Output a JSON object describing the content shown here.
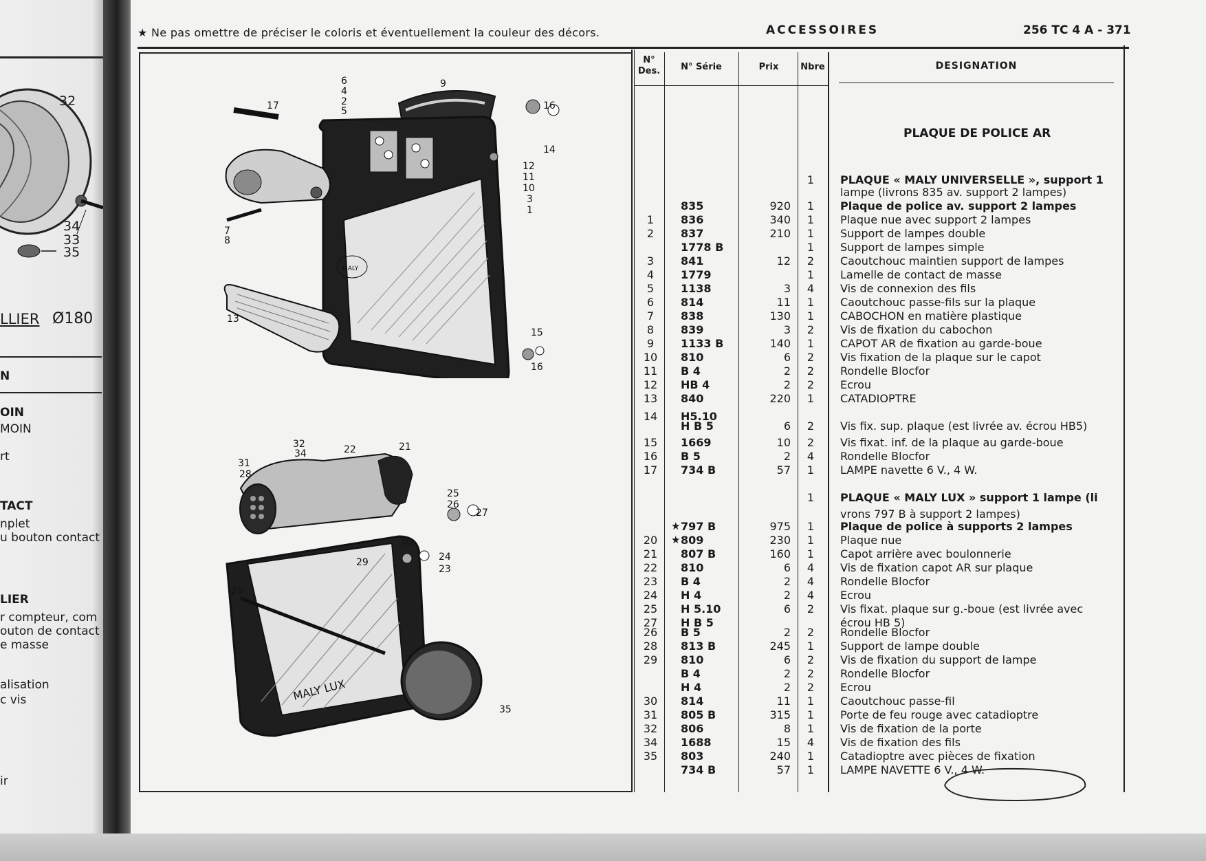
{
  "left_page": {
    "callouts": [
      "32",
      "34",
      "33",
      "35"
    ],
    "heading": "LLIER",
    "diameter": "Ø180",
    "fragments": [
      "N",
      "OIN",
      "MOIN",
      "rt",
      "TACT",
      "nplet",
      "u bouton contact",
      "LIER",
      "r compteur, com",
      "outon de contact",
      "e masse",
      "alisation",
      "c vis",
      "ir"
    ]
  },
  "header": {
    "note": "★ Ne pas omettre de préciser le coloris et éventuellement la couleur des décors.",
    "title": "ACCESSOIRES",
    "ref": "256 TC 4 A - 371"
  },
  "columns": {
    "des": "N° Des.",
    "serie": "N° Série",
    "prix": "Prix",
    "nbre": "Nbre",
    "designation": "DESIGNATION"
  },
  "section_title": "PLAQUE DE POLICE AR",
  "rows": [
    {
      "des": "",
      "serie": "",
      "prix": "",
      "nbre": "1",
      "star": "",
      "desig": "PLAQUE « MALY UNIVERSELLE », support 1",
      "bold": true
    },
    {
      "des": "",
      "serie": "",
      "prix": "",
      "nbre": "",
      "star": "",
      "desig": "lampe (livrons 835 av. support 2 lampes)",
      "bold": false
    },
    {
      "des": "",
      "serie": "835",
      "prix": "920",
      "nbre": "1",
      "star": "",
      "desig": "Plaque de police av. support 2 lampes",
      "bold": true
    },
    {
      "des": "1",
      "serie": "836",
      "prix": "340",
      "nbre": "1",
      "star": "",
      "desig": "Plaque nue avec support 2 lampes",
      "bold": false
    },
    {
      "des": "2",
      "serie": "837",
      "prix": "210",
      "nbre": "1",
      "star": "",
      "desig": "Support de lampes double",
      "bold": false
    },
    {
      "des": "",
      "serie": "1778 B",
      "prix": "",
      "nbre": "1",
      "star": "",
      "desig": "Support de lampes simple",
      "bold": false
    },
    {
      "des": "3",
      "serie": "841",
      "prix": "12",
      "nbre": "2",
      "star": "",
      "desig": "Caoutchouc maintien support de lampes",
      "bold": false
    },
    {
      "des": "4",
      "serie": "1779",
      "prix": "",
      "nbre": "1",
      "star": "",
      "desig": "Lamelle de contact de masse",
      "bold": false
    },
    {
      "des": "5",
      "serie": "1138",
      "prix": "3",
      "nbre": "4",
      "star": "",
      "desig": "Vis de connexion des fils",
      "bold": false
    },
    {
      "des": "6",
      "serie": "814",
      "prix": "11",
      "nbre": "1",
      "star": "",
      "desig": "Caoutchouc passe-fils sur la plaque",
      "bold": false
    },
    {
      "des": "7",
      "serie": "838",
      "prix": "130",
      "nbre": "1",
      "star": "",
      "desig": "CABOCHON en matière plastique",
      "bold": false
    },
    {
      "des": "8",
      "serie": "839",
      "prix": "3",
      "nbre": "2",
      "star": "",
      "desig": "Vis de fixation du cabochon",
      "bold": false
    },
    {
      "des": "9",
      "serie": "1133 B",
      "prix": "140",
      "nbre": "1",
      "star": "",
      "desig": "CAPOT AR de fixation au garde-boue",
      "bold": false
    },
    {
      "des": "10",
      "serie": "810",
      "prix": "6",
      "nbre": "2",
      "star": "",
      "desig": "Vis fixation de la plaque sur le capot",
      "bold": false
    },
    {
      "des": "11",
      "serie": "B 4",
      "prix": "2",
      "nbre": "2",
      "star": "",
      "desig": "Rondelle Blocfor",
      "bold": false
    },
    {
      "des": "12",
      "serie": "HB 4",
      "prix": "2",
      "nbre": "2",
      "star": "",
      "desig": "Ecrou",
      "bold": false
    },
    {
      "des": "13",
      "serie": "840",
      "prix": "220",
      "nbre": "1",
      "star": "",
      "desig": "CATADIOPTRE",
      "bold": false
    },
    {
      "des": "14",
      "serie": "H5.10",
      "prix": "",
      "nbre": "",
      "star": "",
      "desig": "",
      "bold": false
    },
    {
      "des": "",
      "serie": "H B 5",
      "prix": "6",
      "nbre": "2",
      "star": "",
      "desig": "Vis fix. sup. plaque (est livrée av. écrou HB5)",
      "bold": false
    },
    {
      "des": "15",
      "serie": "1669",
      "prix": "10",
      "nbre": "2",
      "star": "",
      "desig": "Vis fixat. inf. de la plaque au garde-boue",
      "bold": false
    },
    {
      "des": "16",
      "serie": "B 5",
      "prix": "2",
      "nbre": "4",
      "star": "",
      "desig": "Rondelle Blocfor",
      "bold": false
    },
    {
      "des": "17",
      "serie": "734 B",
      "prix": "57",
      "nbre": "1",
      "star": "",
      "desig": "LAMPE navette 6 V., 4 W.",
      "bold": false
    },
    {
      "des": "",
      "serie": "",
      "prix": "",
      "nbre": "",
      "star": "",
      "desig": "",
      "bold": false
    },
    {
      "des": "",
      "serie": "",
      "prix": "",
      "nbre": "1",
      "star": "",
      "desig": "PLAQUE « MALY LUX » support 1 lampe (li",
      "bold": true
    },
    {
      "des": "",
      "serie": "",
      "prix": "",
      "nbre": "",
      "star": "",
      "desig": "vrons 797 B à support 2 lampes)",
      "bold": false
    },
    {
      "des": "",
      "serie": "797 B",
      "prix": "975",
      "nbre": "1",
      "star": "★",
      "desig": "Plaque de police à supports 2 lampes",
      "bold": true
    },
    {
      "des": "20",
      "serie": "809",
      "prix": "230",
      "nbre": "1",
      "star": "★",
      "desig": "Plaque nue",
      "bold": false
    },
    {
      "des": "21",
      "serie": "807 B",
      "prix": "160",
      "nbre": "1",
      "star": "",
      "desig": "Capot arrière avec boulonnerie",
      "bold": false
    },
    {
      "des": "22",
      "serie": "810",
      "prix": "6",
      "nbre": "4",
      "star": "",
      "desig": "Vis de fixation capot AR sur plaque",
      "bold": false
    },
    {
      "des": "23",
      "serie": "B 4",
      "prix": "2",
      "nbre": "4",
      "star": "",
      "desig": "Rondelle Blocfor",
      "bold": false
    },
    {
      "des": "24",
      "serie": "H 4",
      "prix": "2",
      "nbre": "4",
      "star": "",
      "desig": "Ecrou",
      "bold": false
    },
    {
      "des": "25",
      "serie": "H 5.10",
      "prix": "6",
      "nbre": "2",
      "star": "",
      "desig": "Vis fixat. plaque sur g.-boue (est livrée avec",
      "bold": false
    },
    {
      "des": "27",
      "serie": "H B 5",
      "prix": "",
      "nbre": "",
      "star": "",
      "desig": "écrou HB 5)",
      "bold": false
    },
    {
      "des": "26",
      "serie": "B 5",
      "prix": "2",
      "nbre": "2",
      "star": "",
      "desig": "Rondelle Blocfor",
      "bold": false
    },
    {
      "des": "28",
      "serie": "813 B",
      "prix": "245",
      "nbre": "1",
      "star": "",
      "desig": "Support de lampe double",
      "bold": false
    },
    {
      "des": "29",
      "serie": "810",
      "prix": "6",
      "nbre": "2",
      "star": "",
      "desig": "Vis de fixation du support de lampe",
      "bold": false
    },
    {
      "des": "",
      "serie": "B 4",
      "prix": "2",
      "nbre": "2",
      "star": "",
      "desig": "Rondelle Blocfor",
      "bold": false
    },
    {
      "des": "",
      "serie": "H 4",
      "prix": "2",
      "nbre": "2",
      "star": "",
      "desig": "Ecrou",
      "bold": false
    },
    {
      "des": "30",
      "serie": "814",
      "prix": "11",
      "nbre": "1",
      "star": "",
      "desig": "Caoutchouc passe-fil",
      "bold": false
    },
    {
      "des": "31",
      "serie": "805 B",
      "prix": "315",
      "nbre": "1",
      "star": "",
      "desig": "Porte de feu rouge avec catadioptre",
      "bold": false
    },
    {
      "des": "32",
      "serie": "806",
      "prix": "8",
      "nbre": "1",
      "star": "",
      "desig": "Vis de fixation de la porte",
      "bold": false
    },
    {
      "des": "34",
      "serie": "1688",
      "prix": "15",
      "nbre": "4",
      "star": "",
      "desig": "Vis de fixation des fils",
      "bold": false
    },
    {
      "des": "35",
      "serie": "803",
      "prix": "240",
      "nbre": "1",
      "star": "",
      "desig": "Catadioptre avec pièces de fixation",
      "bold": false
    },
    {
      "des": "",
      "serie": "734 B",
      "prix": "57",
      "nbre": "1",
      "star": "",
      "desig": "LAMPE NAVETTE 6 V., 4 W.",
      "bold": false
    }
  ],
  "diagram1": {
    "callouts": [
      "6",
      "4",
      "2",
      "5",
      "9",
      "17",
      "16",
      "14",
      "12",
      "11",
      "10",
      "3",
      "1",
      "7",
      "8",
      "13",
      "15",
      "16"
    ],
    "stamp": "MALY"
  },
  "diagram2": {
    "callouts": [
      "32",
      "34",
      "22",
      "21",
      "31",
      "28",
      "25",
      "26",
      "27",
      "30",
      "24",
      "23",
      "29",
      "20",
      "35"
    ],
    "plate_text": "MALY LUX"
  }
}
